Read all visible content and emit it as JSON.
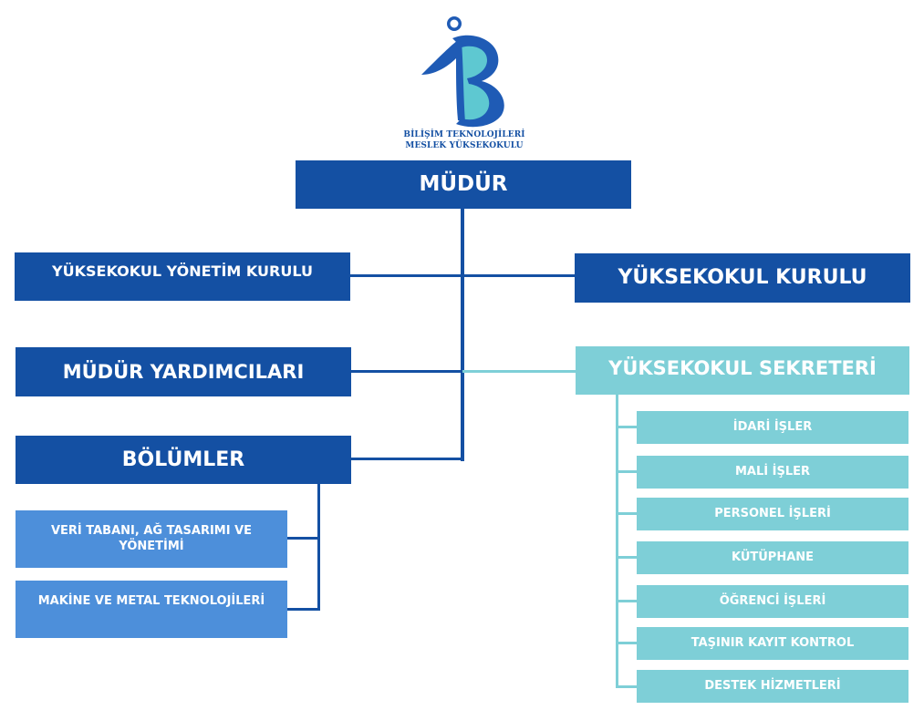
{
  "logo": {
    "line1": "BİLİŞİM TEKNOLOJİLERİ",
    "line2": "MESLEK YÜKSEKOKULU"
  },
  "colors": {
    "dark": "#1450a3",
    "mid": "#4d8fda",
    "light": "#7ecfd7",
    "logo_teal": "#5ec8d1"
  },
  "director": "MÜDÜR",
  "left": {
    "board": "YÜKSEKOKUL YÖNETİM KURULU",
    "assistants": "MÜDÜR YARDIMCILARI",
    "departments": "BÖLÜMLER",
    "department_items": [
      "VERİ TABANI, AĞ TASARIMI VE YÖNETİMİ",
      "MAKİNE VE METAL TEKNOLOJİLERİ"
    ]
  },
  "right": {
    "council": "YÜKSEKOKUL KURULU",
    "secretary": "YÜKSEKOKUL SEKRETERİ",
    "secretary_items": [
      "İDARİ İŞLER",
      "MALİ İŞLER",
      "PERSONEL İŞLERİ",
      "KÜTÜPHANE",
      "ÖĞRENCİ İŞLERİ",
      "TAŞINIR KAYIT KONTROL",
      "DESTEK HİZMETLERİ"
    ]
  }
}
